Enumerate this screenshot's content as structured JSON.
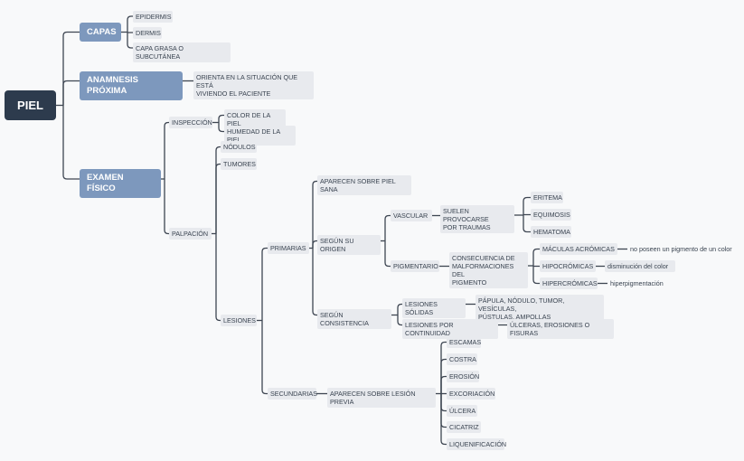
{
  "mindmap": {
    "root": "PIEL",
    "capas": {
      "label": "CAPAS",
      "items": [
        "EPIDERMIS",
        "DERMIS",
        "CAPA GRASA O SUBCUTÁNEA"
      ]
    },
    "anamnesis": {
      "label": "ANAMNESIS PRÓXIMA",
      "detail": "ORIENTA EN LA SITUACIÓN QUE ESTÁ\nVIVIENDO EL PACIENTE"
    },
    "examen": {
      "label": "EXAMEN FÍSICO",
      "inspeccion": {
        "label": "INSPECCIÓN",
        "items": [
          "COLOR DE LA PIEL",
          "HUMEDAD DE LA PIEL"
        ]
      },
      "palpacion": {
        "label": "PALPACIÓN",
        "nodulos": "NÓDULOS",
        "tumores": "TUMORES",
        "lesiones": {
          "label": "LESIONES",
          "primarias": {
            "label": "PRIMARIAS",
            "piel_sana": "APARECEN SOBRE PIEL SANA",
            "origen": {
              "label": "SEGÚN SU ORIGEN",
              "vascular": {
                "label": "VASCULAR",
                "desc": "SUELEN PROVOCARSE\nPOR TRAUMAS",
                "items": [
                  "ERITEMA",
                  "EQUIMOSIS",
                  "HEMATOMA"
                ]
              },
              "pigmentario": {
                "label": "PIGMENTARIO",
                "desc": "CONSECUENCIA DE\nMALFORMACIONES DEL\nPIGMENTO",
                "maculas": "MÁCULAS ACRÓMICAS",
                "maculas_note": "no poseen un pigmento de un color",
                "hipo": "HIPOCRÓMICAS",
                "hipo_note": "disminución del color",
                "hiper": "HIPERCRÓMICAS",
                "hiper_note": "hiperpigmentación"
              }
            },
            "consistencia": {
              "label": "SEGÚN CONSISTENCIA",
              "solidas": "LESIONES SÓLIDAS",
              "solidas_desc": "PÁPULA, NÓDULO, TUMOR, VESÍCULAS,\nPÚSTULAS, AMPOLLAS",
              "continuidad": "LESIONES POR CONTINUIDAD",
              "continuidad_desc": "ÚLCERAS, EROSIONES O FISURAS"
            }
          },
          "secundarias": {
            "label": "SECUNDARIAS",
            "desc": "APARECEN SOBRE LESIÓN PREVIA",
            "items": [
              "ESCAMAS",
              "COSTRA",
              "EROSIÓN",
              "EXCORIACIÓN",
              "ÚLCERA",
              "CICATRIZ",
              "LIQUENIFICACIÓN"
            ]
          }
        }
      }
    }
  },
  "colors": {
    "line": "#3e4652",
    "root_bg": "#2d3b4d",
    "level1_bg": "#7d98bd",
    "leaf_bg": "#e8eaee",
    "background": "#f8f9fa"
  }
}
